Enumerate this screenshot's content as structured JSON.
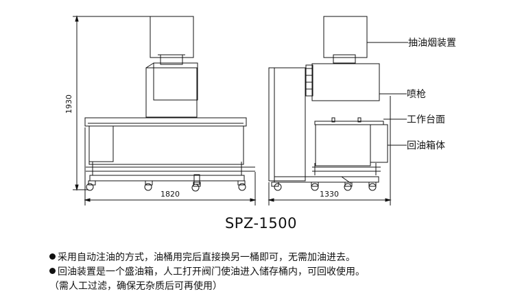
{
  "model": "SPZ-1500",
  "front_view": {
    "height_dim": "1930",
    "width_dim": "1820"
  },
  "side_view": {
    "width_dim": "1330",
    "callouts": [
      {
        "label": "抽油烟装置"
      },
      {
        "label": "喷枪"
      },
      {
        "label": "工作台面"
      },
      {
        "label": "回油箱体"
      }
    ]
  },
  "notes": [
    {
      "bullet": true,
      "text": "采用自动注油的方式，油桶用完后直接换另一桶即可，无需加油进去。"
    },
    {
      "bullet": true,
      "text": "回油装置是一个盛油箱，人工打开阀门使油进入储存桶内，可回收使用。"
    },
    {
      "bullet": false,
      "text": "（需人工过滤，确保无杂质后可再使用）"
    }
  ]
}
